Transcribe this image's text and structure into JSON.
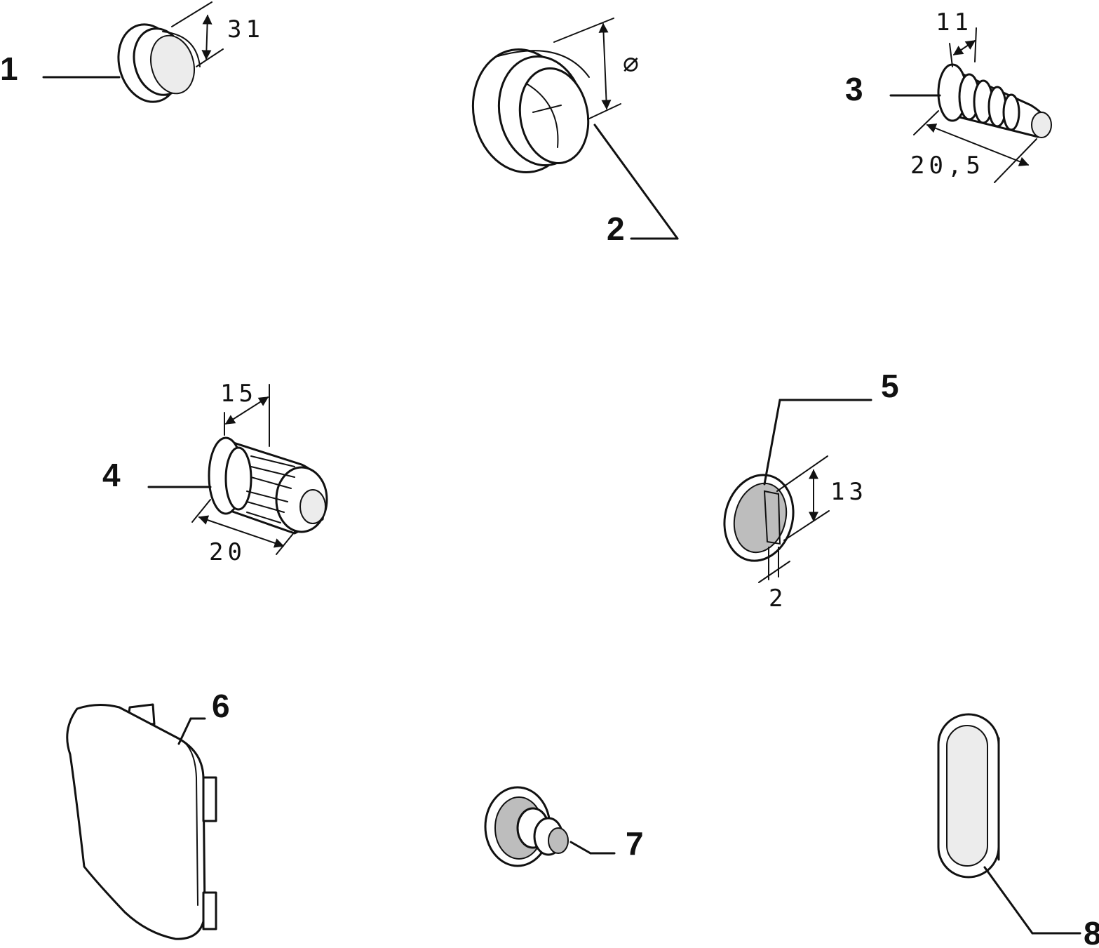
{
  "callouts": [
    "1",
    "2",
    "3",
    "4",
    "5",
    "6",
    "7",
    "8"
  ],
  "dimensions": {
    "part1_height": "31",
    "part2_diameter": "⌀",
    "part3_width": "11",
    "part3_length": "20,5",
    "part4_width": "15",
    "part4_length": "20",
    "part5_height": "13",
    "part5_thickness": "2"
  }
}
